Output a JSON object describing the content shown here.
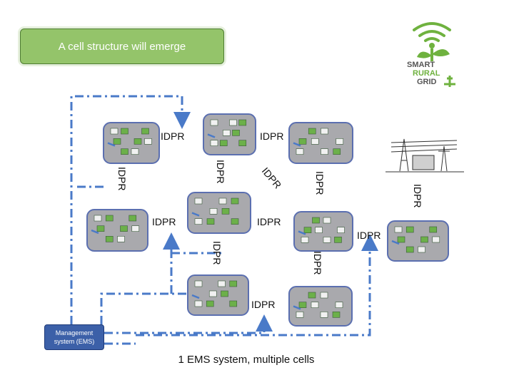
{
  "banner": {
    "title": "A cell structure will emerge"
  },
  "idpr_label": "IDPR",
  "ems": {
    "line1": "Management",
    "line2": "system (EMS)"
  },
  "caption": "1 EMS system, multiple cells",
  "logo": {
    "line1": "SMART",
    "line2": "RURAL",
    "line3": "GRID"
  },
  "colors": {
    "cell_fill": "#a9a9ad",
    "cell_border": "#5b6fb0",
    "arrow": "#4a7ac8",
    "banner_fill": "#94c46a",
    "ems_fill": "#3c60a8",
    "logo_green": "#6fb23f"
  }
}
